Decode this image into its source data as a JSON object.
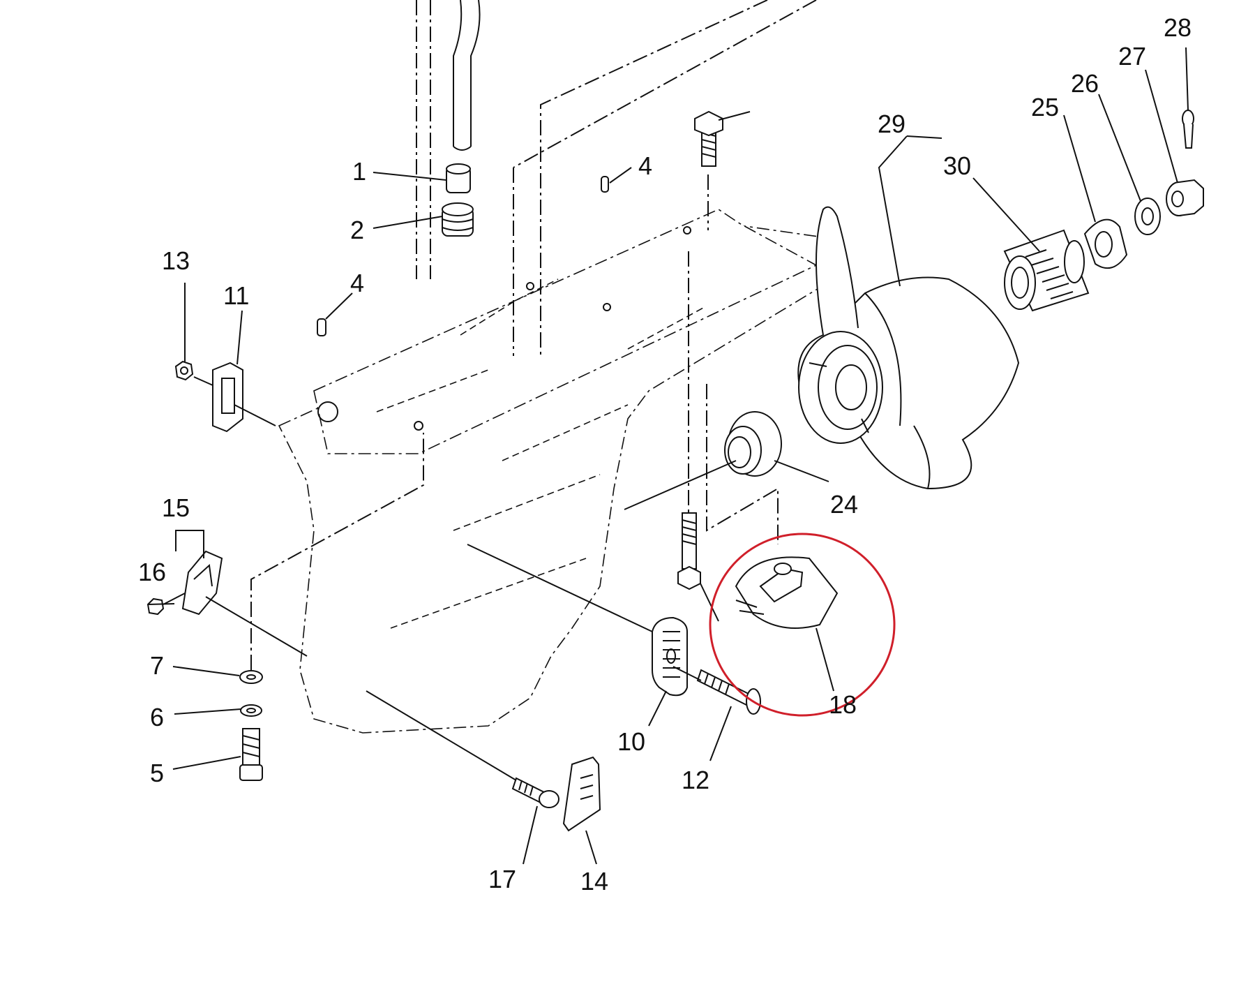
{
  "diagram": {
    "highlight_color": "#d01f2a",
    "line_color": "#111111",
    "part_labels": [
      "1",
      "2",
      "4",
      "4",
      "13",
      "11",
      "15",
      "16",
      "7",
      "6",
      "5",
      "10",
      "12",
      "17",
      "14",
      "18",
      "24",
      "29",
      "30",
      "25",
      "26",
      "27",
      "28"
    ]
  }
}
